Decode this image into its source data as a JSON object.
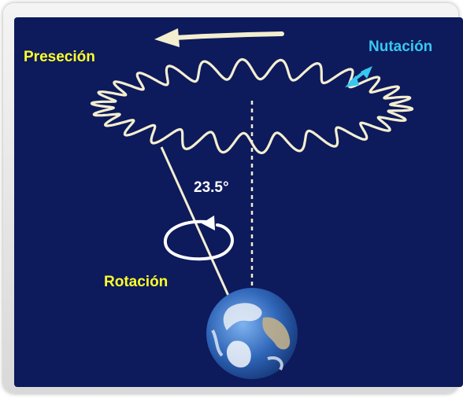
{
  "labels": {
    "precession": "Preseción",
    "nutation": "Nutación",
    "angle": "23.5°",
    "rotation": "Rotación"
  },
  "colors": {
    "background": "#0d1a5c",
    "label_yellow": "#ffff2a",
    "label_cyan": "#37c8ef",
    "wave": "#f3eecf",
    "arrow": "#f3eecf",
    "angle_text": "#ffffff",
    "earth_ocean": "#2f66b8"
  },
  "icons": {
    "precession_arrow": "left-arrow-icon",
    "nutation_arrow": "double-arrow-icon",
    "rotation_arrow": "circular-arrow-icon",
    "earth": "earth-globe-icon"
  }
}
